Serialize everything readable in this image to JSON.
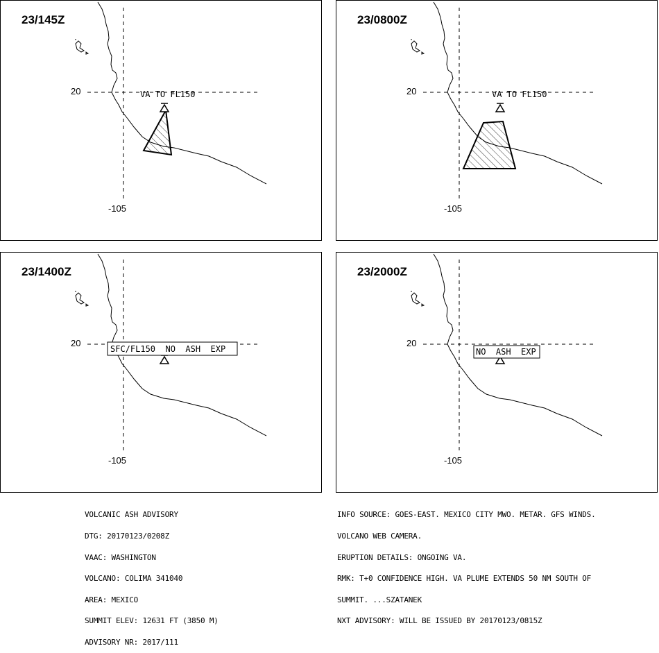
{
  "panels": [
    {
      "title": "23/145Z",
      "lat": "20",
      "lon": "-105",
      "annotation": "VA TO FL150"
    },
    {
      "title": "23/0800Z",
      "lat": "20",
      "lon": "-105",
      "annotation": "VA TO FL150"
    },
    {
      "title": "23/1400Z",
      "lat": "20",
      "lon": "-105",
      "annotation": "SFC/FL150  NO  ASH  EXP"
    },
    {
      "title": "23/2000Z",
      "lat": "20",
      "lon": "-105",
      "annotation": "NO  ASH  EXP"
    }
  ],
  "advisory_left": [
    "VOLCANIC ASH ADVISORY",
    "DTG: 20170123/0208Z",
    "VAAC: WASHINGTON",
    "VOLCANO: COLIMA 341040",
    "AREA: MEXICO",
    "SUMMIT ELEV: 12631 FT (3850 M)",
    "ADVISORY NR: 2017/111"
  ],
  "advisory_right": [
    "INFO SOURCE: GOES-EAST. MEXICO CITY MWO. METAR. GFS WINDS.",
    "VOLCANO WEB CAMERA.",
    "ERUPTION DETAILS: ONGOING VA.",
    "RMK: T+0 CONFIDENCE HIGH. VA PLUME EXTENDS 50 NM SOUTH OF",
    "SUMMIT. ...SZATANEK",
    "NXT ADVISORY: WILL BE ISSUED BY 20170123/0815Z"
  ]
}
